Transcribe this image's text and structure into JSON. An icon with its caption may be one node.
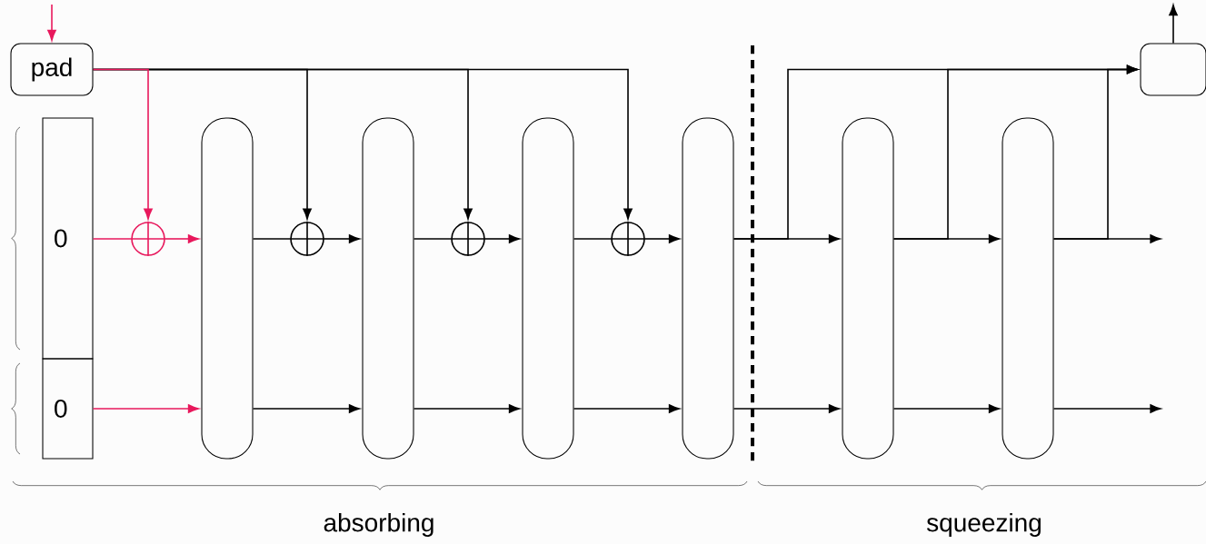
{
  "diagram": {
    "nodes": [
      {
        "text": [
          "pad"
        ]
      },
      {
        "text": [
          "0"
        ]
      },
      {
        "text": [
          "0"
        ]
      },
      {
        "text": [],
        "shape": "circle"
      },
      {
        "text": [],
        "shape": "box"
      },
      {
        "text": [],
        "shape": "box"
      },
      {
        "text": [],
        "shape": "box"
      },
      {
        "text": [],
        "shape": "box"
      },
      {
        "text": [],
        "shape": "circle"
      },
      {
        "text": [],
        "shape": "circle"
      },
      {
        "text": [],
        "shape": "circle"
      },
      {
        "text": [],
        "shape": "box"
      },
      {
        "text": [],
        "shape": "box"
      },
      {
        "text": [],
        "shape": "box"
      }
    ],
    "edges": [
      {
        "from": null,
        "to": 0,
        "arrow": "to",
        "color": "#e8185c"
      },
      {
        "from": 0,
        "to": 3,
        "arrow": "to",
        "color": "#e8185c"
      },
      {
        "from": 0,
        "to": 8,
        "arrow": "to"
      },
      {
        "from": 0,
        "to": 9,
        "arrow": "to"
      },
      {
        "from": 0,
        "to": 10,
        "arrow": "to"
      },
      {
        "from": 1,
        "to": 3,
        "arrow": "none",
        "color": "#e8185c"
      },
      {
        "from": 3,
        "to": 4,
        "arrow": "to",
        "color": "#e8185c"
      },
      {
        "from": 2,
        "to": 4,
        "arrow": "to",
        "color": "#e8185c"
      },
      {
        "from": 4,
        "to": 8,
        "arrow": "none"
      },
      {
        "from": 8,
        "to": 5,
        "arrow": "to"
      },
      {
        "from": 5,
        "to": 9,
        "arrow": "none"
      },
      {
        "from": 9,
        "to": 6,
        "arrow": "to"
      },
      {
        "from": 6,
        "to": 10,
        "arrow": "none"
      },
      {
        "from": 10,
        "to": 7,
        "arrow": "to"
      },
      {
        "from": 4,
        "to": 5,
        "arrow": "to"
      },
      {
        "from": 5,
        "to": 6,
        "arrow": "to"
      },
      {
        "from": 6,
        "to": 7,
        "arrow": "to"
      },
      {
        "from": 7,
        "to": 11,
        "arrow": "to"
      },
      {
        "from": 7,
        "to": 11,
        "arrow": "to"
      },
      {
        "from": 11,
        "to": 12,
        "arrow": "to"
      },
      {
        "from": 11,
        "to": 12,
        "arrow": "to"
      },
      {
        "from": 12,
        "to": null,
        "arrow": "to"
      },
      {
        "from": 12,
        "to": null,
        "arrow": "to"
      },
      {
        "from": 7,
        "to": 13,
        "arrow": "to"
      },
      {
        "from": 11,
        "to": 13,
        "arrow": "to"
      },
      {
        "from": 12,
        "to": 13,
        "arrow": "to"
      },
      {
        "from": 13,
        "to": null,
        "arrow": "to"
      }
    ],
    "labels": [
      "absorbing",
      "squeezing"
    ]
  }
}
